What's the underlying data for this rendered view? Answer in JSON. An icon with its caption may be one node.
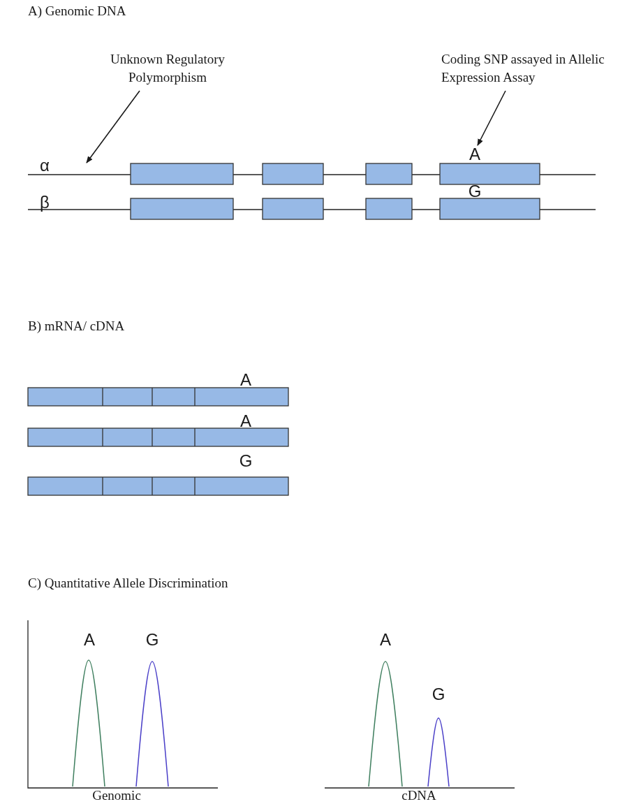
{
  "diagram": {
    "nodes": [
      {
        "text": [
          "Unknown Regulatory Polymorphism"
        ]
      },
      {
        "text": [
          "Coding SNP assayed in Allelic Expression Assay"
        ]
      },
      {
        "text": [
          "A"
        ]
      },
      {
        "text": [],
        "shape": "line"
      }
    ],
    "edges": [
      {
        "from": 0,
        "to": 3,
        "arrow": "to"
      },
      {
        "from": 1,
        "to": 2,
        "arrow": "to"
      }
    ],
    "labels": [
      "A) Genomic DNA",
      "α",
      "β",
      "G",
      "B) mRNA/ cDNA",
      "A",
      "A",
      "G",
      "C) Quantitative Allele Discrimination",
      "A",
      "G",
      "Genomic",
      "A",
      "G",
      "cDNA"
    ]
  }
}
